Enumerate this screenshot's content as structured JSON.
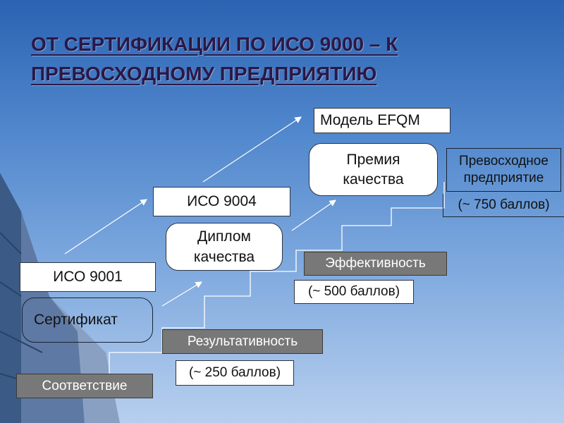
{
  "title": {
    "line1": "ОТ СЕРТИФИКАЦИИ ПО ИСО 9000 – К",
    "line2": "ПРЕВОСХОДНОМУ ПРЕДПРИЯТИЮ"
  },
  "nodes": {
    "iso9001": "ИСО 9001",
    "certificate": "Сертификат",
    "iso9004": "ИСО 9004",
    "diploma": "Диплом качества",
    "efqm": "Модель EFQM",
    "award": "Премия качества",
    "excellent": "Превосходное предприятие"
  },
  "levels": {
    "conformity": "Соответствие",
    "effectiveness": "Результативность",
    "efficiency": "Эффективность",
    "score250": "(~ 250 баллов)",
    "score500": "(~ 500 баллов)",
    "score750": "(~ 750 баллов)"
  },
  "colors": {
    "title": "#2b1846",
    "dark_box": "#787878",
    "background_top": "#2c63b2",
    "background_bottom": "#b7cfee"
  }
}
